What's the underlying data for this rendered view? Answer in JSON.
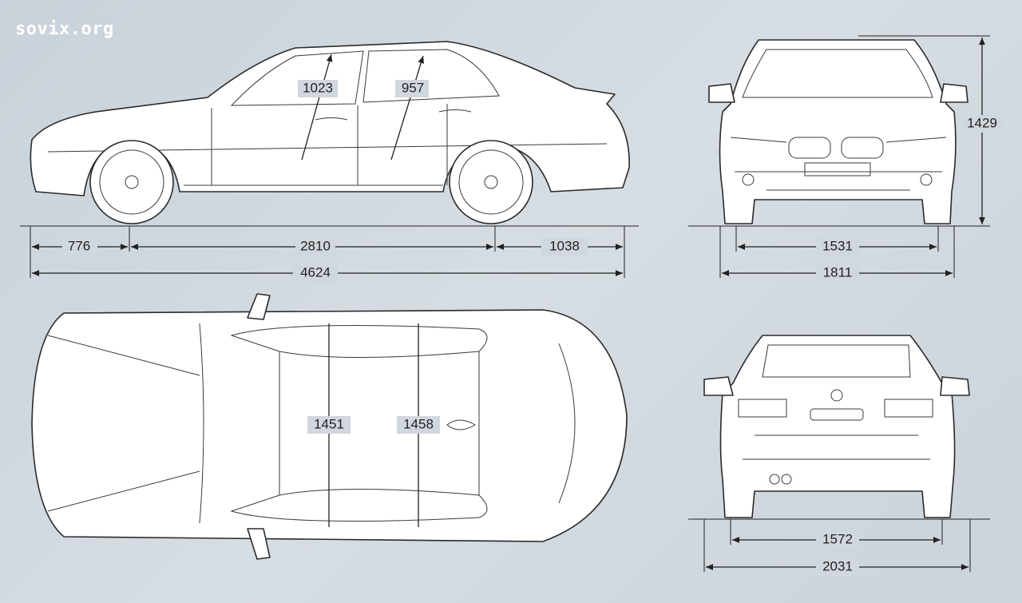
{
  "watermark": "sovix.org",
  "side_view": {
    "front_overhang": "776",
    "wheelbase": "2810",
    "rear_overhang": "1038",
    "length": "4624",
    "front_headroom": "1023",
    "rear_headroom": "957"
  },
  "front_view": {
    "front_track": "1531",
    "width": "1811",
    "height": "1429"
  },
  "top_view": {
    "front_shoulder_width": "1451",
    "rear_shoulder_width": "1458"
  },
  "rear_view": {
    "rear_track": "1572",
    "width_with_mirrors": "2031"
  }
}
